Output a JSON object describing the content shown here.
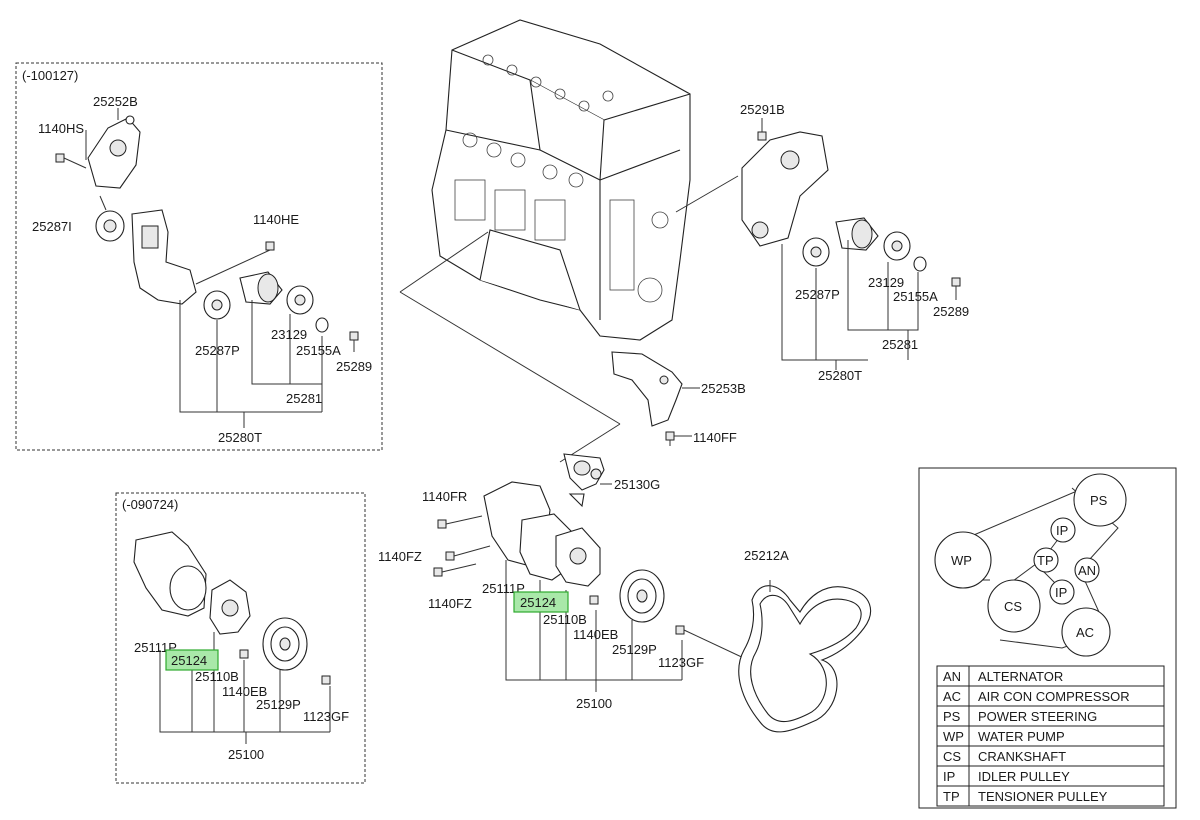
{
  "boxes": {
    "top_left_variant": "(-100127)",
    "bottom_left_variant": "(-090724)"
  },
  "top_left": {
    "p_25252B": "25252B",
    "p_1140HS": "1140HS",
    "p_25287I": "25287I",
    "p_1140HE": "1140HE",
    "p_25287P": "25287P",
    "p_23129": "23129",
    "p_25155A": "25155A",
    "p_25289": "25289",
    "p_25281": "25281",
    "p_25280T": "25280T"
  },
  "top_right": {
    "p_25291B": "25291B",
    "p_25287P": "25287P",
    "p_23129": "23129",
    "p_25155A": "25155A",
    "p_25289": "25289",
    "p_25281": "25281",
    "p_25280T": "25280T",
    "p_25253B": "25253B",
    "p_1140FF": "1140FF"
  },
  "bottom_left": {
    "p_25111P": "25111P",
    "p_25124": "25124",
    "p_25110B": "25110B",
    "p_1140EB": "1140EB",
    "p_25129P": "25129P",
    "p_1123GF": "1123GF",
    "p_25100": "25100"
  },
  "center": {
    "p_25130G": "25130G",
    "p_1140FR": "1140FR",
    "p_1140FZ_a": "1140FZ",
    "p_1140FZ_b": "1140FZ",
    "p_25111P": "25111P",
    "p_25124": "25124",
    "p_25110B": "25110B",
    "p_1140EB": "1140EB",
    "p_25129P": "25129P",
    "p_1123GF": "1123GF",
    "p_25100": "25100",
    "p_25212A": "25212A"
  },
  "belt_routing": {
    "pulleys": {
      "ps": "PS",
      "wp": "WP",
      "ip_top": "IP",
      "tp": "TP",
      "an": "AN",
      "ip_mid": "IP",
      "cs": "CS",
      "ac": "AC"
    },
    "legend": [
      {
        "code": "AN",
        "name": "ALTERNATOR"
      },
      {
        "code": "AC",
        "name": "AIR CON COMPRESSOR"
      },
      {
        "code": "PS",
        "name": "POWER STEERING"
      },
      {
        "code": "WP",
        "name": "WATER PUMP"
      },
      {
        "code": "CS",
        "name": "CRANKSHAFT"
      },
      {
        "code": "IP",
        "name": "IDLER PULLEY"
      },
      {
        "code": "TP",
        "name": "TENSIONER PULLEY"
      }
    ]
  },
  "colors": {
    "highlight_fill": "#a9e8a9",
    "highlight_stroke": "#2eaa2e",
    "line": "#333333"
  }
}
